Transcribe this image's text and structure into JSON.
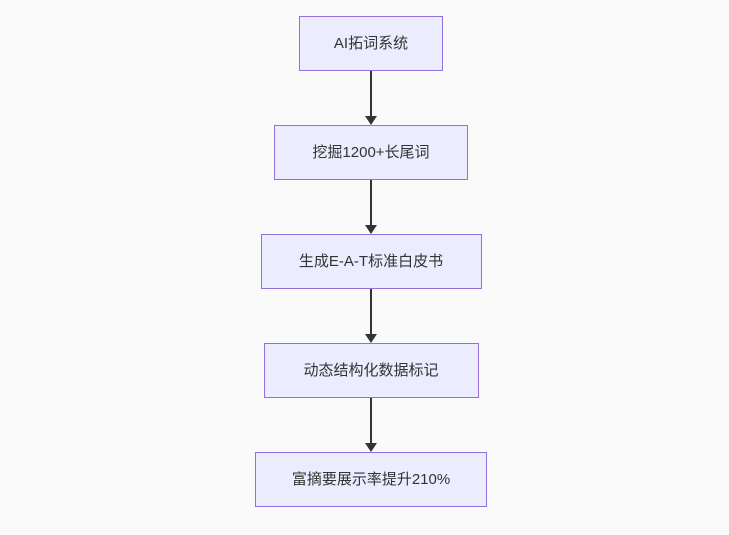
{
  "diagram": {
    "type": "flowchart",
    "direction": "top-down",
    "colors": {
      "background": "#fafafa",
      "node_fill": "#ECECFF",
      "node_border": "#9370DB",
      "node_text": "#333333",
      "arrow": "#333333"
    },
    "nodes": [
      {
        "id": "A",
        "label": "AI拓词系统"
      },
      {
        "id": "B",
        "label": "挖掘1200+长尾词"
      },
      {
        "id": "C",
        "label": "生成E-A-T标准白皮书"
      },
      {
        "id": "D",
        "label": "动态结构化数据标记"
      },
      {
        "id": "E",
        "label": "富摘要展示率提升210%"
      }
    ],
    "edges": [
      {
        "from": "A",
        "to": "B"
      },
      {
        "from": "B",
        "to": "C"
      },
      {
        "from": "C",
        "to": "D"
      },
      {
        "from": "D",
        "to": "E"
      }
    ]
  }
}
